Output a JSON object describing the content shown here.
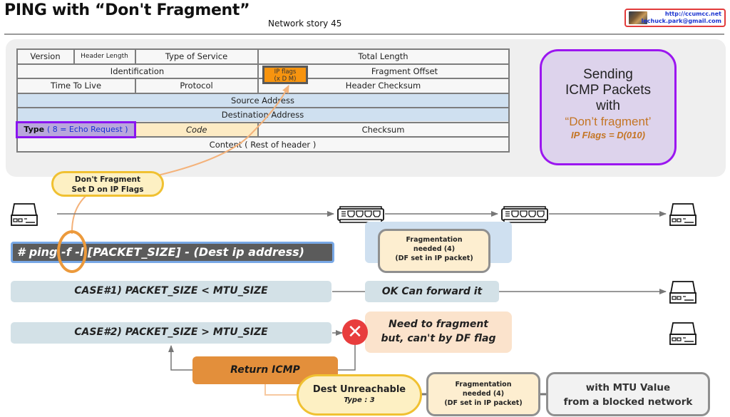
{
  "title": "PING with “Don't Fragment”",
  "subtitle": "Network story 45",
  "author_badge": {
    "url": "http://ccumcc.net",
    "email": "lechuck.park@gmail.com",
    "border_color": "#e23b3b"
  },
  "header_table": {
    "row1": [
      "Version",
      "Header Length",
      "Type of Service",
      "Total Length"
    ],
    "row2": [
      "Identification",
      "Fragment Offset"
    ],
    "ip_flags": {
      "line1": "IP flags",
      "line2": "(x D M)",
      "color": "#f7940f"
    },
    "row3": [
      "Time To Live",
      "Protocol",
      "Header Checksum"
    ],
    "row4": "Source Address",
    "row5": "Destination Address",
    "row6": {
      "type_label": "Type",
      "type_value": "( 8 = Echo Request )",
      "code": "Code",
      "checksum": "Checksum"
    },
    "row7": "Content ( Rest of header )"
  },
  "info_box": {
    "line1": "Sending",
    "line2": "ICMP Packets",
    "line3": "with",
    "line4": "“Don’t fragment’",
    "line5": "IP Flags = D(010)",
    "border_color": "#9b16f0"
  },
  "df_callout": {
    "line1": "Don't Fragment",
    "line2": "Set D on IP Flags"
  },
  "command": "# ping -f -l [PACKET_SIZE] - (Dest ip address)",
  "frag_needed_1": {
    "line1": "Fragmentation",
    "line2": "needed (4)",
    "line3": "(DF set in IP packet)"
  },
  "cases": {
    "case1": "CASE#1) PACKET_SIZE < MTU_SIZE",
    "case1_result": "OK Can forward it",
    "case2": "CASE#2) PACKET_SIZE > MTU_SIZE",
    "case2_result_line1": "Need to fragment",
    "case2_result_line2": "but, can't by DF flag"
  },
  "return_icmp": "Return ICMP",
  "dest_unreachable": {
    "line1": "Dest Unreachable",
    "line2": "Type : 3"
  },
  "frag_needed_2": {
    "line1": "Fragmentation",
    "line2": "needed (4)",
    "line3": "(DF set in IP packet)"
  },
  "mtu_box": {
    "line1": "with MTU Value",
    "line2": "from a blocked network"
  },
  "icons": {
    "source_host": "host-icon",
    "switches": [
      "switch-icon",
      "switch-icon"
    ],
    "dest_hosts": [
      "host-icon",
      "host-icon",
      "host-icon"
    ],
    "error": "x-circle-icon"
  },
  "colors": {
    "accent_orange": "#e38f3b",
    "error_red": "#e83d3d",
    "case_blue": "#d3e1e7",
    "highlight_purple": "#9b16f0"
  }
}
